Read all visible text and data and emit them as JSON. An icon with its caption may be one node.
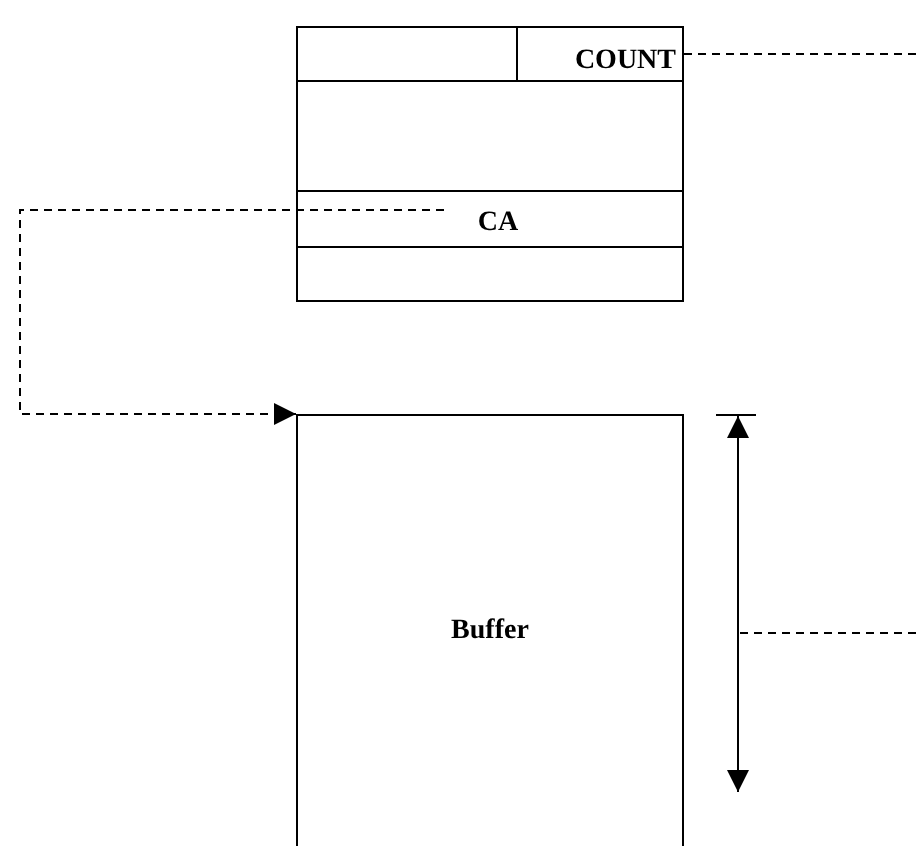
{
  "diagram": {
    "nodes": [
      {
        "text": [],
        "shape": "box"
      },
      {
        "text": [
          "COUNT"
        ],
        "in": 0
      },
      {
        "text": [
          "CA"
        ],
        "in": 0
      },
      {
        "text": [
          "Buffer"
        ]
      }
    ],
    "edges": [
      {
        "from": 1,
        "to": null,
        "arrow": "none",
        "style": "dashed"
      },
      {
        "from": 2,
        "to": 3,
        "arrow": "to",
        "style": "dashed"
      }
    ]
  }
}
